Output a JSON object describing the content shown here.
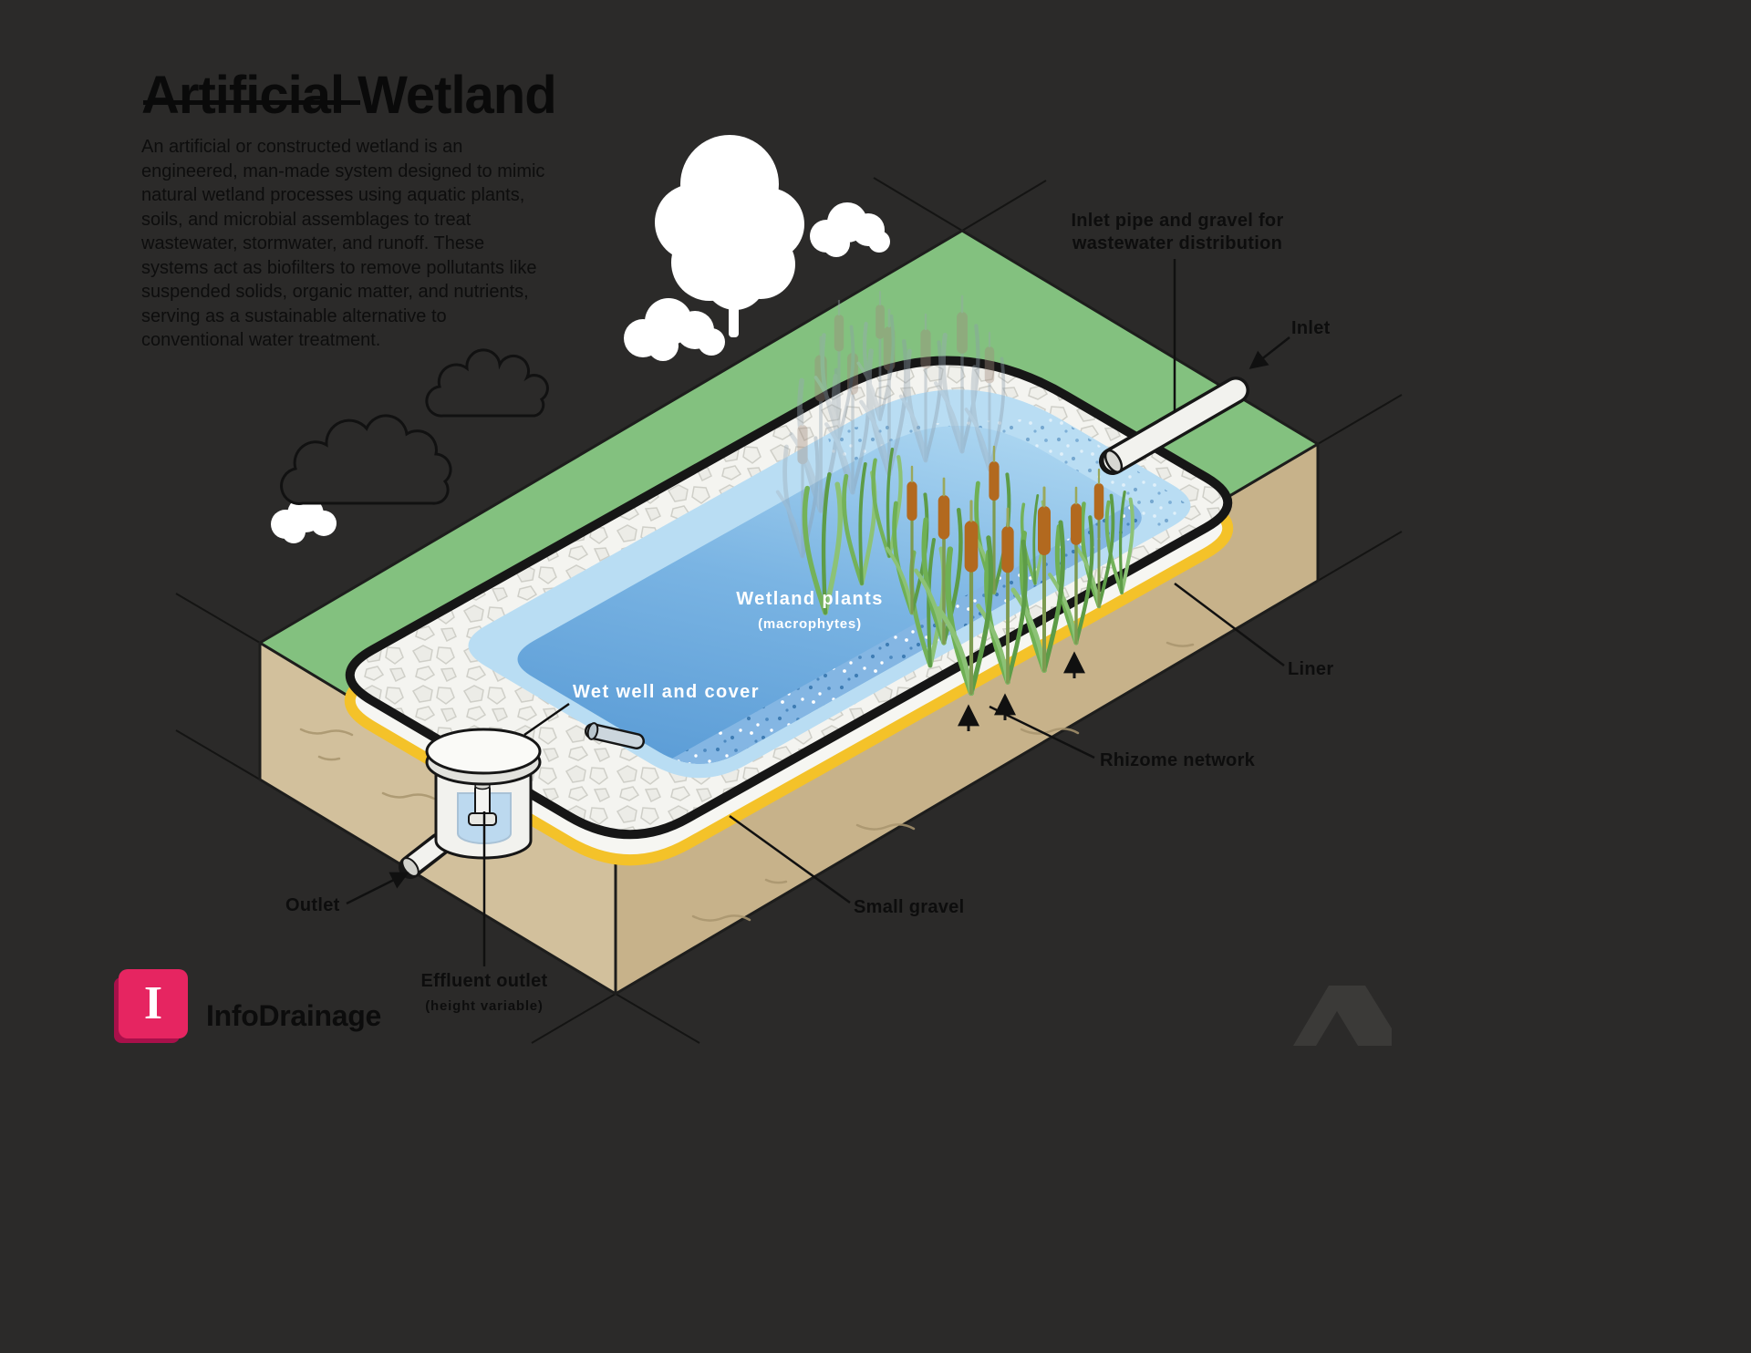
{
  "header": {
    "title": "Artificial Wetland",
    "description": "An artificial or constructed wetland is an engineered, man-made system designed to mimic natural wetland processes using aquatic plants, soils, and microbial assemblages to treat wastewater, stormwater, and runoff. These systems act as biofilters to remove pollutants like suspended solids, organic matter, and nutrients, serving as a sustainable alternative to conventional water treatment."
  },
  "labels": {
    "inlet_pipe": "Inlet pipe and gravel for wastewater distribution",
    "inlet": "Inlet",
    "liner": "Liner",
    "rhizome_network": "Rhizome network",
    "small_gravel": "Small gravel",
    "wetland_plants": "Wetland plants",
    "wetland_plants_sub": "(macrophytes)",
    "wet_well": "Wet well and cover",
    "outlet": "Outlet",
    "effluent_outlet": "Effluent outlet",
    "effluent_outlet_sub": "(height variable)"
  },
  "branding": {
    "product_name": "InfoDrainage",
    "logo_letter": "I"
  },
  "icons": {
    "brand_logo": "infodrainage-letter-tile",
    "corner_mark": "autodesk-a-mark"
  },
  "colors": {
    "background": "#2b2a29",
    "grass_green": "#83c17f",
    "soil_tan": "#cbb794",
    "water_blue": "#5d9ed7",
    "water_light": "#b9ddf3",
    "liner_yellow": "#f4c229",
    "gravel_white": "#f4f4f0",
    "brand_pink": "#e62561",
    "text_dark": "#0d0d0d",
    "text_light": "#ffffff"
  }
}
